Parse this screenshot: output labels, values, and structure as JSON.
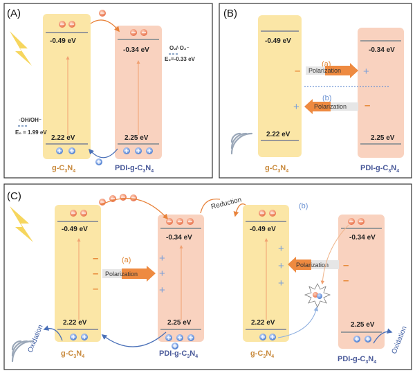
{
  "panels": {
    "A": {
      "label": "(A)"
    },
    "B": {
      "label": "(B)"
    },
    "C": {
      "label": "(C)"
    }
  },
  "materials": {
    "gcn": {
      "main": "g-C",
      "s1": "3",
      "mid": "N",
      "s2": "4"
    },
    "pdi": {
      "main": "PDI-g-C",
      "s1": "3",
      "mid": "N",
      "s2": "4"
    }
  },
  "energies": {
    "gcn_cb": "-0.49 eV",
    "gcn_vb": "2.22 eV",
    "pdi_cb": "-0.34 eV",
    "pdi_vb": "2.25 eV"
  },
  "redox": {
    "o2_couple": "O₂/·O₂⁻",
    "o2_e0": "E₀=-0.33 eV",
    "oh_couple": "·OH/OH⁻",
    "oh_e0": "E₀ = 1.99 eV"
  },
  "polarization": {
    "a_tag": "(a)",
    "b_tag": "(b)",
    "label": "Polarization"
  },
  "process": {
    "reduction": "Reduction",
    "oxidation": "Oxidation"
  },
  "colors": {
    "gcn_fill": "#fbe6a6",
    "pdi_fill": "#f9d2bf",
    "electron": "#e8714a",
    "hole": "#4f7fd0",
    "orange_arrow": "#e8823a",
    "blue_arrow": "#4a70b8"
  }
}
